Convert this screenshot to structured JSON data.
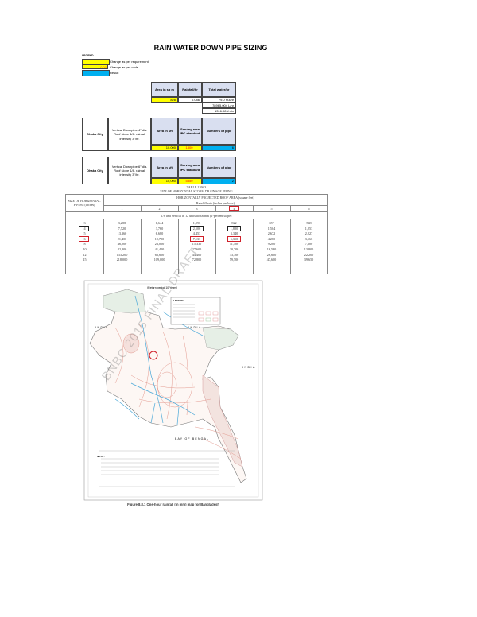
{
  "title": "RAIN WATER DOWN PIPE SIZING",
  "legend": {
    "heading": "LEGEND",
    "items": [
      {
        "swatch": "#ffff00",
        "value": "",
        "label": "Change as per requirement"
      },
      {
        "swatch": "#ffff00",
        "value": "0.00",
        "label": "Change as per code"
      },
      {
        "swatch": "#00b0f0",
        "value": "",
        "label": "Result"
      }
    ]
  },
  "calc_table": {
    "headers": [
      "Area in sq m",
      "Rainfall/hr",
      "Total water/hr"
    ],
    "area": "828",
    "rainfall": "0.086",
    "results": [
      "79.0 m3/hr",
      "78965.004 L/hr",
      "1316.08 l/min"
    ]
  },
  "pipe_tables": [
    {
      "city": "Dhaka City",
      "desc": "Vertical Downpipe 4\" dia. Roof slope 1/8. rainfall intensity 3\"/hr.",
      "headers": [
        "Area in sft",
        "Serving area IPC standard",
        "Numbers of pipe"
      ],
      "area": "10,000",
      "serving": "1800",
      "pipes": "6"
    },
    {
      "city": "Dhaka City",
      "desc": "Vertical Downpipe 6\" dia. Roof slope 1/8. rainfall intensity 3\"/hr.",
      "headers": [
        "Area in sft",
        "Serving area IPC standard",
        "Numbers of pipe"
      ],
      "area": "10,000",
      "serving": "5350",
      "pipes": "2"
    }
  ],
  "ipc_table": {
    "title": "TABLE 1106.3",
    "subtitle": "SIZE OF HORIZONTAL STORM DRAINAGE PIPING",
    "col0_header": "SIZE OF HORIZONTAL PIPING (inches)",
    "group_header": "HORIZONTALLY PROJECTED ROOF AREA (square feet)",
    "rate_header": "Rainfall rate (inches per hour)",
    "rates": [
      "1",
      "2",
      "3",
      "4",
      "5",
      "6"
    ],
    "slope": "1/8 unit vertical in 12 units horizontal (1-percent slope)",
    "sizes": [
      "3",
      "4",
      "5",
      "6",
      "8",
      "10",
      "12",
      "15"
    ],
    "columns": [
      [
        "3,288",
        "7,520",
        "13,360",
        "21,400",
        "46,000",
        "82,800",
        "133,200",
        "218,000"
      ],
      [
        "1,644",
        "3,760",
        "6,680",
        "10,700",
        "23,000",
        "41,400",
        "66,600",
        "109,000"
      ],
      [
        "1,096",
        "2,506",
        "4,453",
        "7,133",
        "15,330",
        "27,600",
        "44,400",
        "72,800"
      ],
      [
        "822",
        "1,880",
        "3,340",
        "5,350",
        "11,500",
        "20,700",
        "33,300",
        "59,500"
      ],
      [
        "657",
        "1,504",
        "2,672",
        "4,280",
        "9,200",
        "16,580",
        "26,650",
        "47,600"
      ],
      [
        "548",
        "1,253",
        "2,227",
        "3,566",
        "7,600",
        "13,800",
        "22,200",
        "39,650"
      ]
    ]
  },
  "map": {
    "return_period": "(Return period 10 Years)",
    "legend_heading": "LEGEND",
    "country_labels": [
      "INDIA",
      "INDIA",
      "INDIA"
    ],
    "sea_label": "BAY OF BENGAL",
    "note_label": "NOTE :",
    "watermark": "BNBC 2015 FINAL DRAFT",
    "caption": "Figure 8.8.1 One-hour rainfall (in mm) map for Bangladesh"
  }
}
